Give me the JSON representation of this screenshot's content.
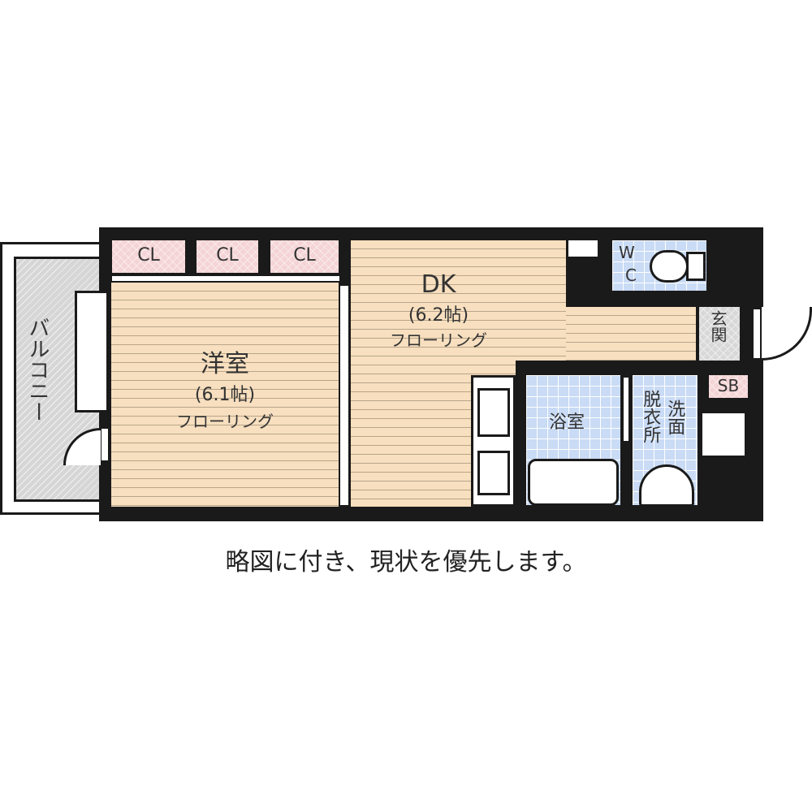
{
  "floor_plan": {
    "balcony": {
      "label": "バルコニー"
    },
    "closets": [
      {
        "label": "CL"
      },
      {
        "label": "CL"
      },
      {
        "label": "CL"
      }
    ],
    "western_room": {
      "name": "洋室",
      "size": "(6.1帖)",
      "floor": "フローリング"
    },
    "dining_kitchen": {
      "name": "DK",
      "size": "(6.2帖)",
      "floor": "フローリング"
    },
    "toilet": {
      "label_w": "W",
      "label_c": "C"
    },
    "entrance": {
      "label": "玄関"
    },
    "shoe_box": {
      "label": "SB"
    },
    "bathroom": {
      "label": "浴室"
    },
    "washroom": {
      "label_1": "脱衣所",
      "label_2": "洗面"
    },
    "colors": {
      "wall": "#1a1a1a",
      "flooring": "#f7dfbf",
      "tile": "#c9dbf5",
      "closet": "#f4d4d6",
      "entrance": "#d8d8d8"
    }
  },
  "caption": "略図に付き、現状を優先します。"
}
